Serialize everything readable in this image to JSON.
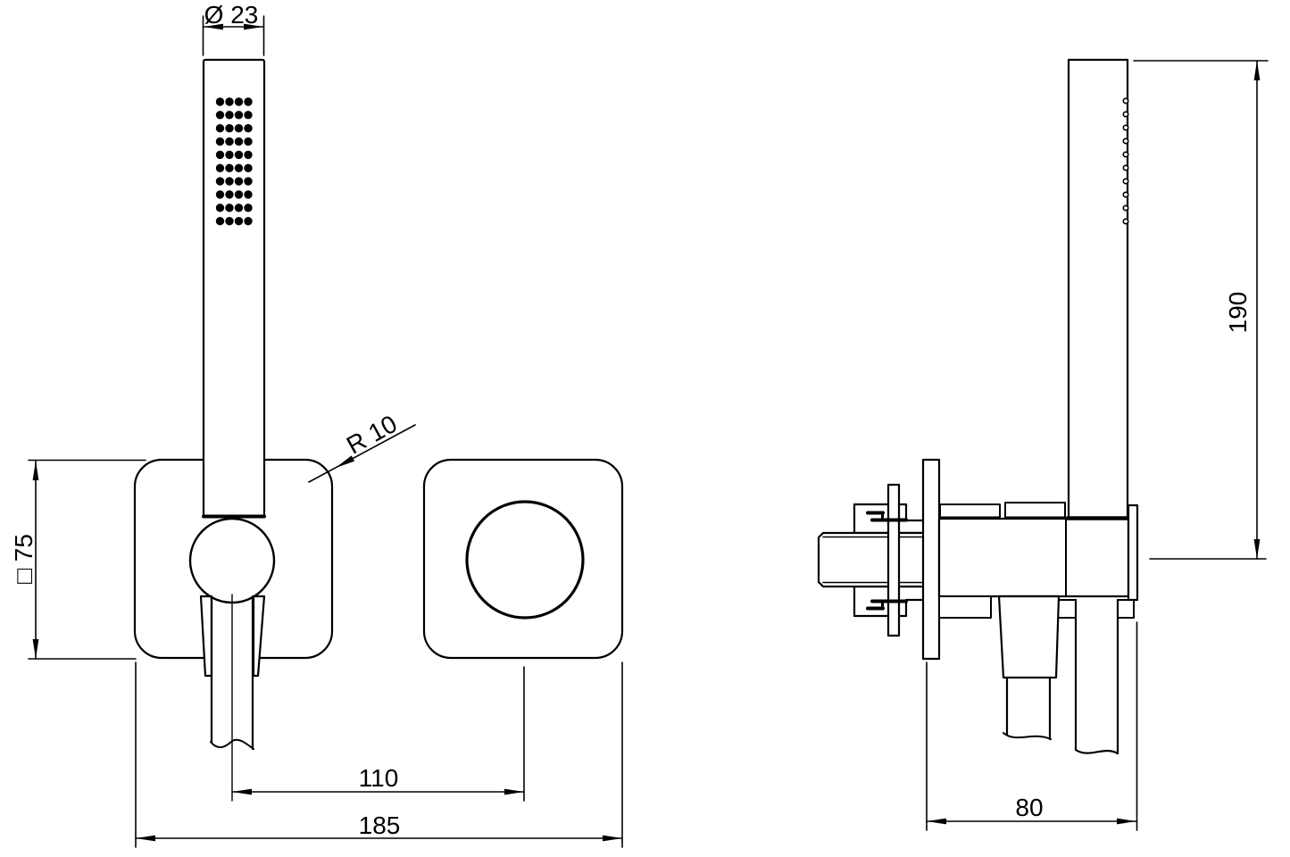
{
  "drawing": {
    "labels": {
      "diameter": "Ø 23",
      "radius": "R 10",
      "square": "□ 75",
      "center_distance": "110",
      "total_width": "185",
      "height": "190",
      "depth": "80"
    },
    "colors": {
      "line": "#000000",
      "background": "#ffffff"
    }
  }
}
